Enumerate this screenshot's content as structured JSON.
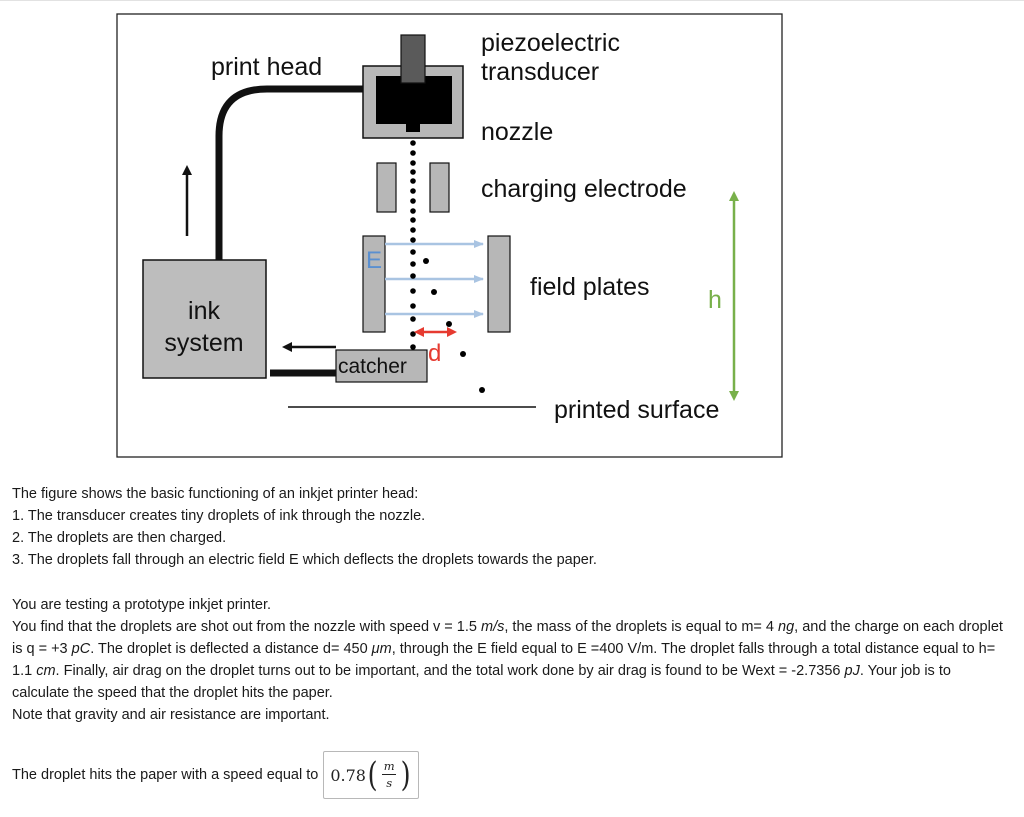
{
  "figure": {
    "labels": {
      "print_head": "print head",
      "piezo_1": "piezoelectric",
      "piezo_2": "transducer",
      "nozzle": "nozzle",
      "charging_electrode": "charging electrode",
      "field_plates": "field plates",
      "ink_1": "ink",
      "ink_2": "system",
      "catcher": "catcher",
      "printed_surface": "printed surface",
      "E": "E",
      "d": "d",
      "h": "h"
    },
    "colors": {
      "E_arrows": "#a9c4e2",
      "E_label": "#5a8fd0",
      "d_arrow": "#e63a30",
      "h_arrow": "#78b04a",
      "plates": "#b7b7b7",
      "ink_box": "#bdbdbd"
    }
  },
  "description": {
    "intro": "The figure shows the basic functioning of an inkjet printer head:",
    "step1": "1. The transducer creates tiny droplets of ink through the nozzle.",
    "step2": "2. The droplets are then charged.",
    "step3": "3. The droplets fall through an electric field E which deflects the droplets towards the paper."
  },
  "problem": {
    "line1": "You are testing a prototype inkjet printer.",
    "p1": "You find that the droplets are shot out from the nozzle with speed v = 1.5 ",
    "u_v": "m/s",
    "p2": ", the mass of the droplets is equal to m= 4 ",
    "u_m": "ng",
    "p3": ", and the charge on each droplet is q = +3 ",
    "u_q": "pC",
    "p4": ". The droplet is deflected a distance d= 450 ",
    "u_d": "μm",
    "p5": ", through the E field equal to E =400 V/m. The droplet falls through a total distance equal to h= 1.1 ",
    "u_h": "cm",
    "p6": ". Finally, air drag on the droplet turns out to be important, and the total work done by air drag is found to be Wext = -2.7356 ",
    "u_w": "pJ",
    "p7": ". Your job is to calculate the speed that the droplet hits the paper.",
    "note": "Note that gravity and air resistance are important."
  },
  "answer": {
    "prompt": "The droplet hits the paper with a speed equal to",
    "value": "0.78",
    "unit_num": "m",
    "unit_den": "s"
  }
}
